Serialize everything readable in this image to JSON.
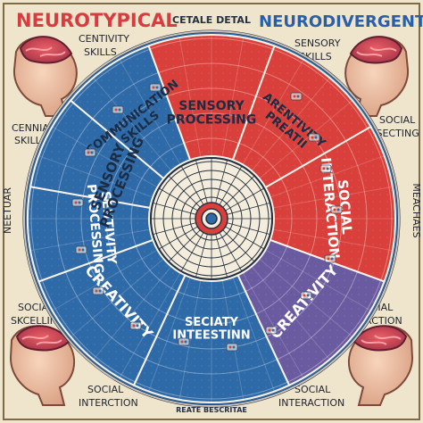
{
  "header": {
    "left_title": "NEUROTYPICAL",
    "center_title": "CETALE DETAL",
    "right_title": "NEURODIVERGENTS",
    "bottom_text": "REATE BESCRITAE"
  },
  "side_labels": {
    "top_left": [
      "CENTIVITY",
      "SKILLS"
    ],
    "mid_left": [
      "CENNIANY",
      "SKILLS"
    ],
    "bottom_left": [
      "SOCIAL",
      "SKCELLING"
    ],
    "bottom_left_low": [
      "SOCIAL",
      "INTERCTION"
    ],
    "top_right": [
      "SENSORY",
      "SKILLS"
    ],
    "mid_right": [
      "SOCIAL",
      "INSECTING"
    ],
    "bottom_right": [
      "SOCIAL",
      "INTERCTION"
    ],
    "bottom_right_low": [
      "SOCIAL",
      "INTERACTION"
    ],
    "vertical_left": "NEETUAR",
    "vertical_right": "MEACHAES"
  },
  "wheel": {
    "segments": [
      {
        "lines": [
          "SENSORY",
          "PROCESSING"
        ]
      },
      {
        "lines": [
          "ARENTIVITY",
          "PREATII"
        ]
      },
      {
        "lines": [
          "SOCIAL",
          "INTERACTION"
        ]
      },
      {
        "lines": [
          "CREATIVITY"
        ]
      },
      {
        "lines": [
          "SECIATY",
          "INTEESTINN"
        ]
      },
      {
        "lines": [
          "CREATIVITY"
        ]
      },
      {
        "lines": [
          "SENTIVITY",
          "PROCESSING"
        ]
      },
      {
        "lines": [
          "SENSORY",
          "PROCESSING"
        ]
      },
      {
        "lines": [
          "COMMUNICATION",
          "SKILLS"
        ]
      }
    ]
  },
  "colors": {
    "background": "#efe4cc",
    "neurotypical_blue": "#2f6aa8",
    "neurodivergent_red": "#d9403b",
    "purple": "#6a5aa0",
    "center_cream": "#f4eddb",
    "face": "#f0c3a3",
    "brain": "#c9344a"
  },
  "icons": [
    "brain-head-icon",
    "target-icon",
    "wheel-pattern-icon"
  ]
}
